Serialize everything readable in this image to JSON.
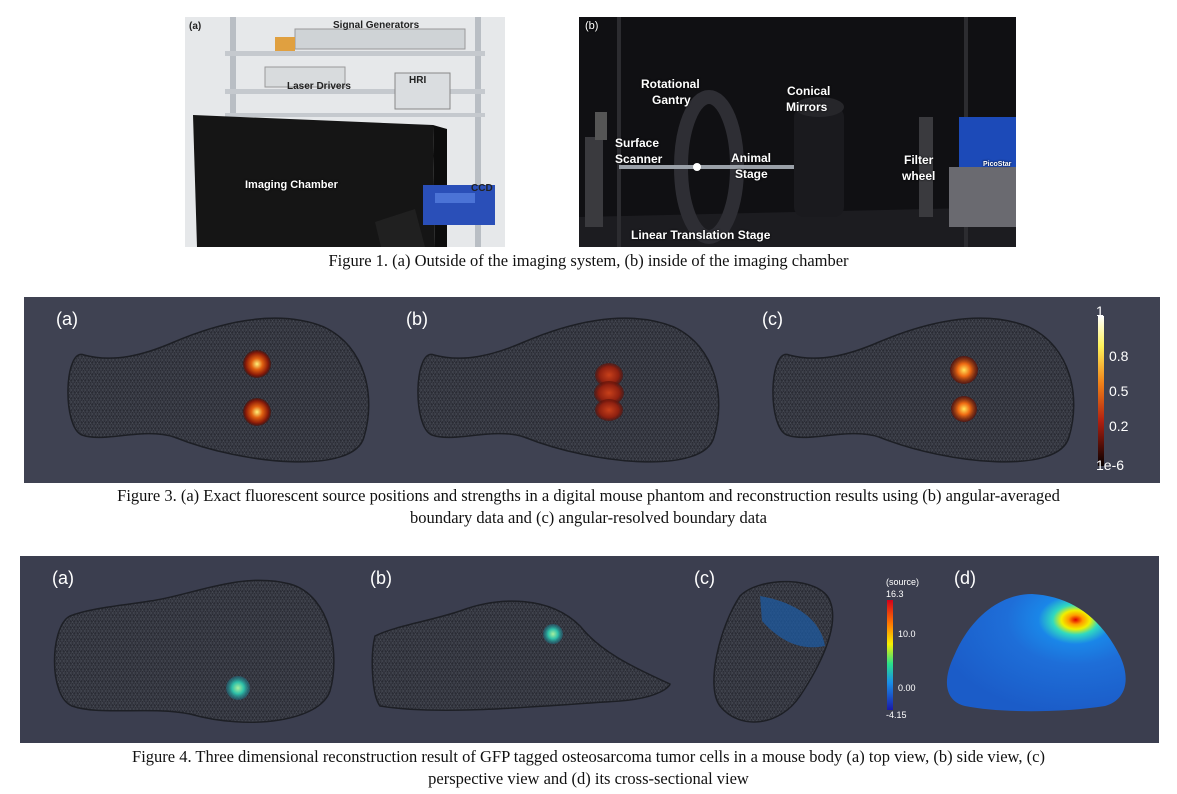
{
  "figure1": {
    "panel_a": {
      "label": "(a)",
      "tags": {
        "signal_generators": "Signal Generators",
        "laser_drivers": "Laser Drivers",
        "hri": "HRI",
        "imaging_chamber": "Imaging Chamber",
        "ccd": "CCD"
      }
    },
    "panel_b": {
      "label": "(b)",
      "tags": {
        "rotational_gantry_1": "Rotational",
        "rotational_gantry_2": "Gantry",
        "conical_mirrors_1": "Conical",
        "conical_mirrors_2": "Mirrors",
        "surface_scanner_1": "Surface",
        "surface_scanner_2": "Scanner",
        "animal_stage_1": "Animal",
        "animal_stage_2": "Stage",
        "filter_wheel_1": "Filter",
        "filter_wheel_2": "wheel",
        "linear_stage": "Linear Translation Stage",
        "picostar": "PicoStar"
      }
    },
    "caption": "Figure 1. (a) Outside of the imaging system, (b) inside of the imaging chamber"
  },
  "figure3": {
    "labels": [
      "(a)",
      "(b)",
      "(c)"
    ],
    "colorbar_ticks": [
      "1",
      "0.8",
      "0.5",
      "0.2",
      "1e-6"
    ],
    "caption_line1": "Figure 3. (a) Exact fluorescent source positions and strengths in a digital mouse phantom and reconstruction results using (b) angular-averaged",
    "caption_line2": "boundary data and (c) angular-resolved boundary data"
  },
  "figure4": {
    "labels": [
      "(a)",
      "(b)",
      "(c)",
      "(d)"
    ],
    "colorbar_title": "(source)",
    "colorbar_ticks": [
      "16.3",
      "10.0",
      "0.00",
      "-4.15"
    ],
    "caption_line1": "Figure 4. Three dimensional reconstruction result of GFP tagged osteosarcoma tumor cells in a mouse body (a) top view, (b) side view, (c)",
    "caption_line2": "perspective view and (d) its cross-sectional view"
  },
  "colors": {
    "fig3_bg": "#3f4252",
    "fig4_bg": "#3b3e4f",
    "mesh": "#24262e"
  }
}
